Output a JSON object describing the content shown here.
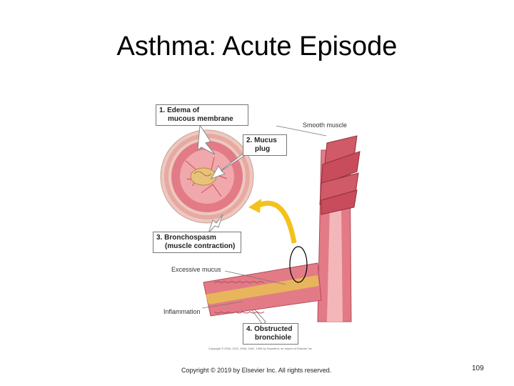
{
  "slide": {
    "title": "Asthma: Acute Episode",
    "footer": "Copyright © 2019 by Elsevier Inc. All rights reserved.",
    "page_number": "109"
  },
  "figure": {
    "labels": {
      "edema_line1": "1. Edema of",
      "edema_line2": "mucous membrane",
      "mucus_line1": "2. Mucus",
      "mucus_line2": "plug",
      "smooth_muscle": "Smooth muscle",
      "bronchospasm_line1": "3. Bronchospasm",
      "bronchospasm_line2": "(muscle contraction)",
      "excessive_mucus": "Excessive mucus",
      "inflammation": "Inflammation",
      "obstructed_line1": "4. Obstructed",
      "obstructed_line2": "bronchiole",
      "figure_credit": "Copyright © 2016, 2011, 2006, 2002, 1996 by Saunders, an imprint of Elsevier Inc."
    },
    "colors": {
      "tissue": "#e37b87",
      "tissue_dark": "#c94c5c",
      "lumen": "#f3b7ba",
      "mucus": "#e8b55c",
      "arrow_yellow": "#f4c21c",
      "muscle": "#d05a68"
    }
  }
}
